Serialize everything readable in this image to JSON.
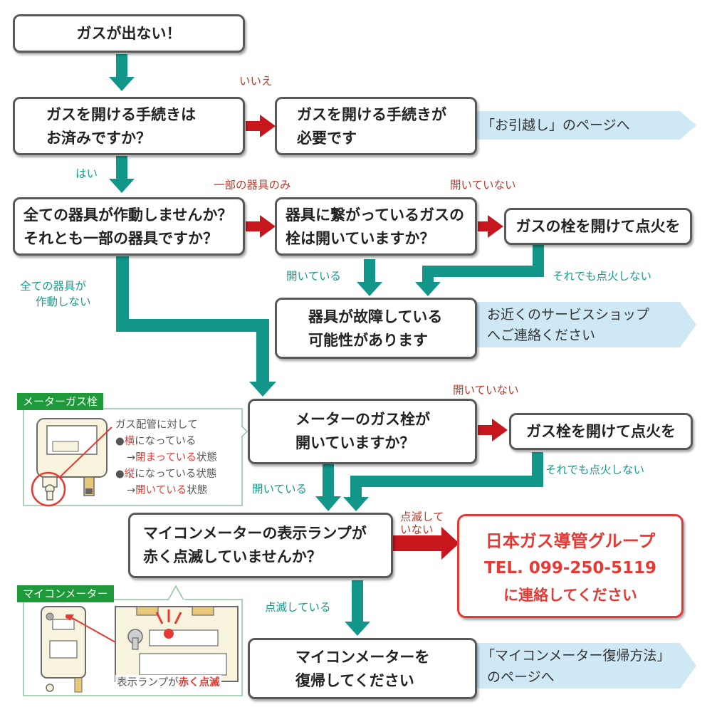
{
  "boxes": {
    "gas_out": "ガスが出ない！",
    "procedure_done_l1": "ガスを開ける手続きは",
    "procedure_done_l2": "お済みですか？",
    "procedure_needed_l1": "ガスを開ける手続きが",
    "procedure_needed_l2": "必要です",
    "all_devices_l1": "全ての器具が作動しませんか？",
    "all_devices_l2": "それとも一部の器具ですか？",
    "device_valve_l1": "器具に繋がっているガスの",
    "device_valve_l2": "栓は開いていますか？",
    "open_valve_ignite": "ガスの栓を開けて点火を",
    "device_fault_l1": "器具が故障している",
    "device_fault_l2": "可能性があります",
    "meter_valve_l1": "メーターのガス栓が",
    "meter_valve_l2": "開いていますか？",
    "open_meter_valve": "ガス栓を開けて点火を",
    "lamp_l1": "マイコンメーターの表示ランプが",
    "lamp_l2": "赤く点滅していませんか？",
    "contact_company": "日本ガス導管グループ",
    "contact_tel": "TEL. 099-250-5119",
    "contact_please": "に連絡してください",
    "reset_l1": "マイコンメーターを",
    "reset_l2": "復帰してください"
  },
  "labels": {
    "iie": "いいえ",
    "hai": "はい",
    "partial": "一部の器具のみ",
    "not_open_1": "開いていない",
    "open_1": "開いている",
    "still_no_fire_1": "それでも点火しない",
    "all_devices_not_work_l1": "全ての器具が",
    "all_devices_not_work_l2": "作動しない",
    "not_open_2": "開いていない",
    "open_2": "開いている",
    "still_no_fire_2": "それでも点火しない",
    "not_blinking_l1": "点滅して",
    "not_blinking_l2": "いない",
    "blinking": "点滅している"
  },
  "banners": {
    "moving_page": "「お引越し」のページへ",
    "shop_l1": "お近くのサービスショップ",
    "shop_l2": "へご連絡ください",
    "reset_page_l1": "「マイコンメーター復帰方法」",
    "reset_page_l2": "のページへ"
  },
  "meter_valve_panel": {
    "tag": "メーターガス栓",
    "note_l1": "ガス配管に対して",
    "bullet1_char": "横",
    "bullet1_rest": "になっている",
    "arrow1_state": "閉まっている",
    "state_suffix": "状態",
    "bullet2_char": "縦",
    "bullet2_rest": "になっている状態",
    "arrow2_state": "開いている"
  },
  "micom_panel": {
    "tag": "マイコンメーター",
    "lamp_caption_prefix": "表示ランプが",
    "lamp_caption_emph": "赤く点滅"
  },
  "colors": {
    "teal_arrow": "#13968a",
    "red_arrow": "#c8161d",
    "banner": "#cfe8f6",
    "contact_border": "#e53935",
    "tag_green": "#1f9a3a"
  }
}
